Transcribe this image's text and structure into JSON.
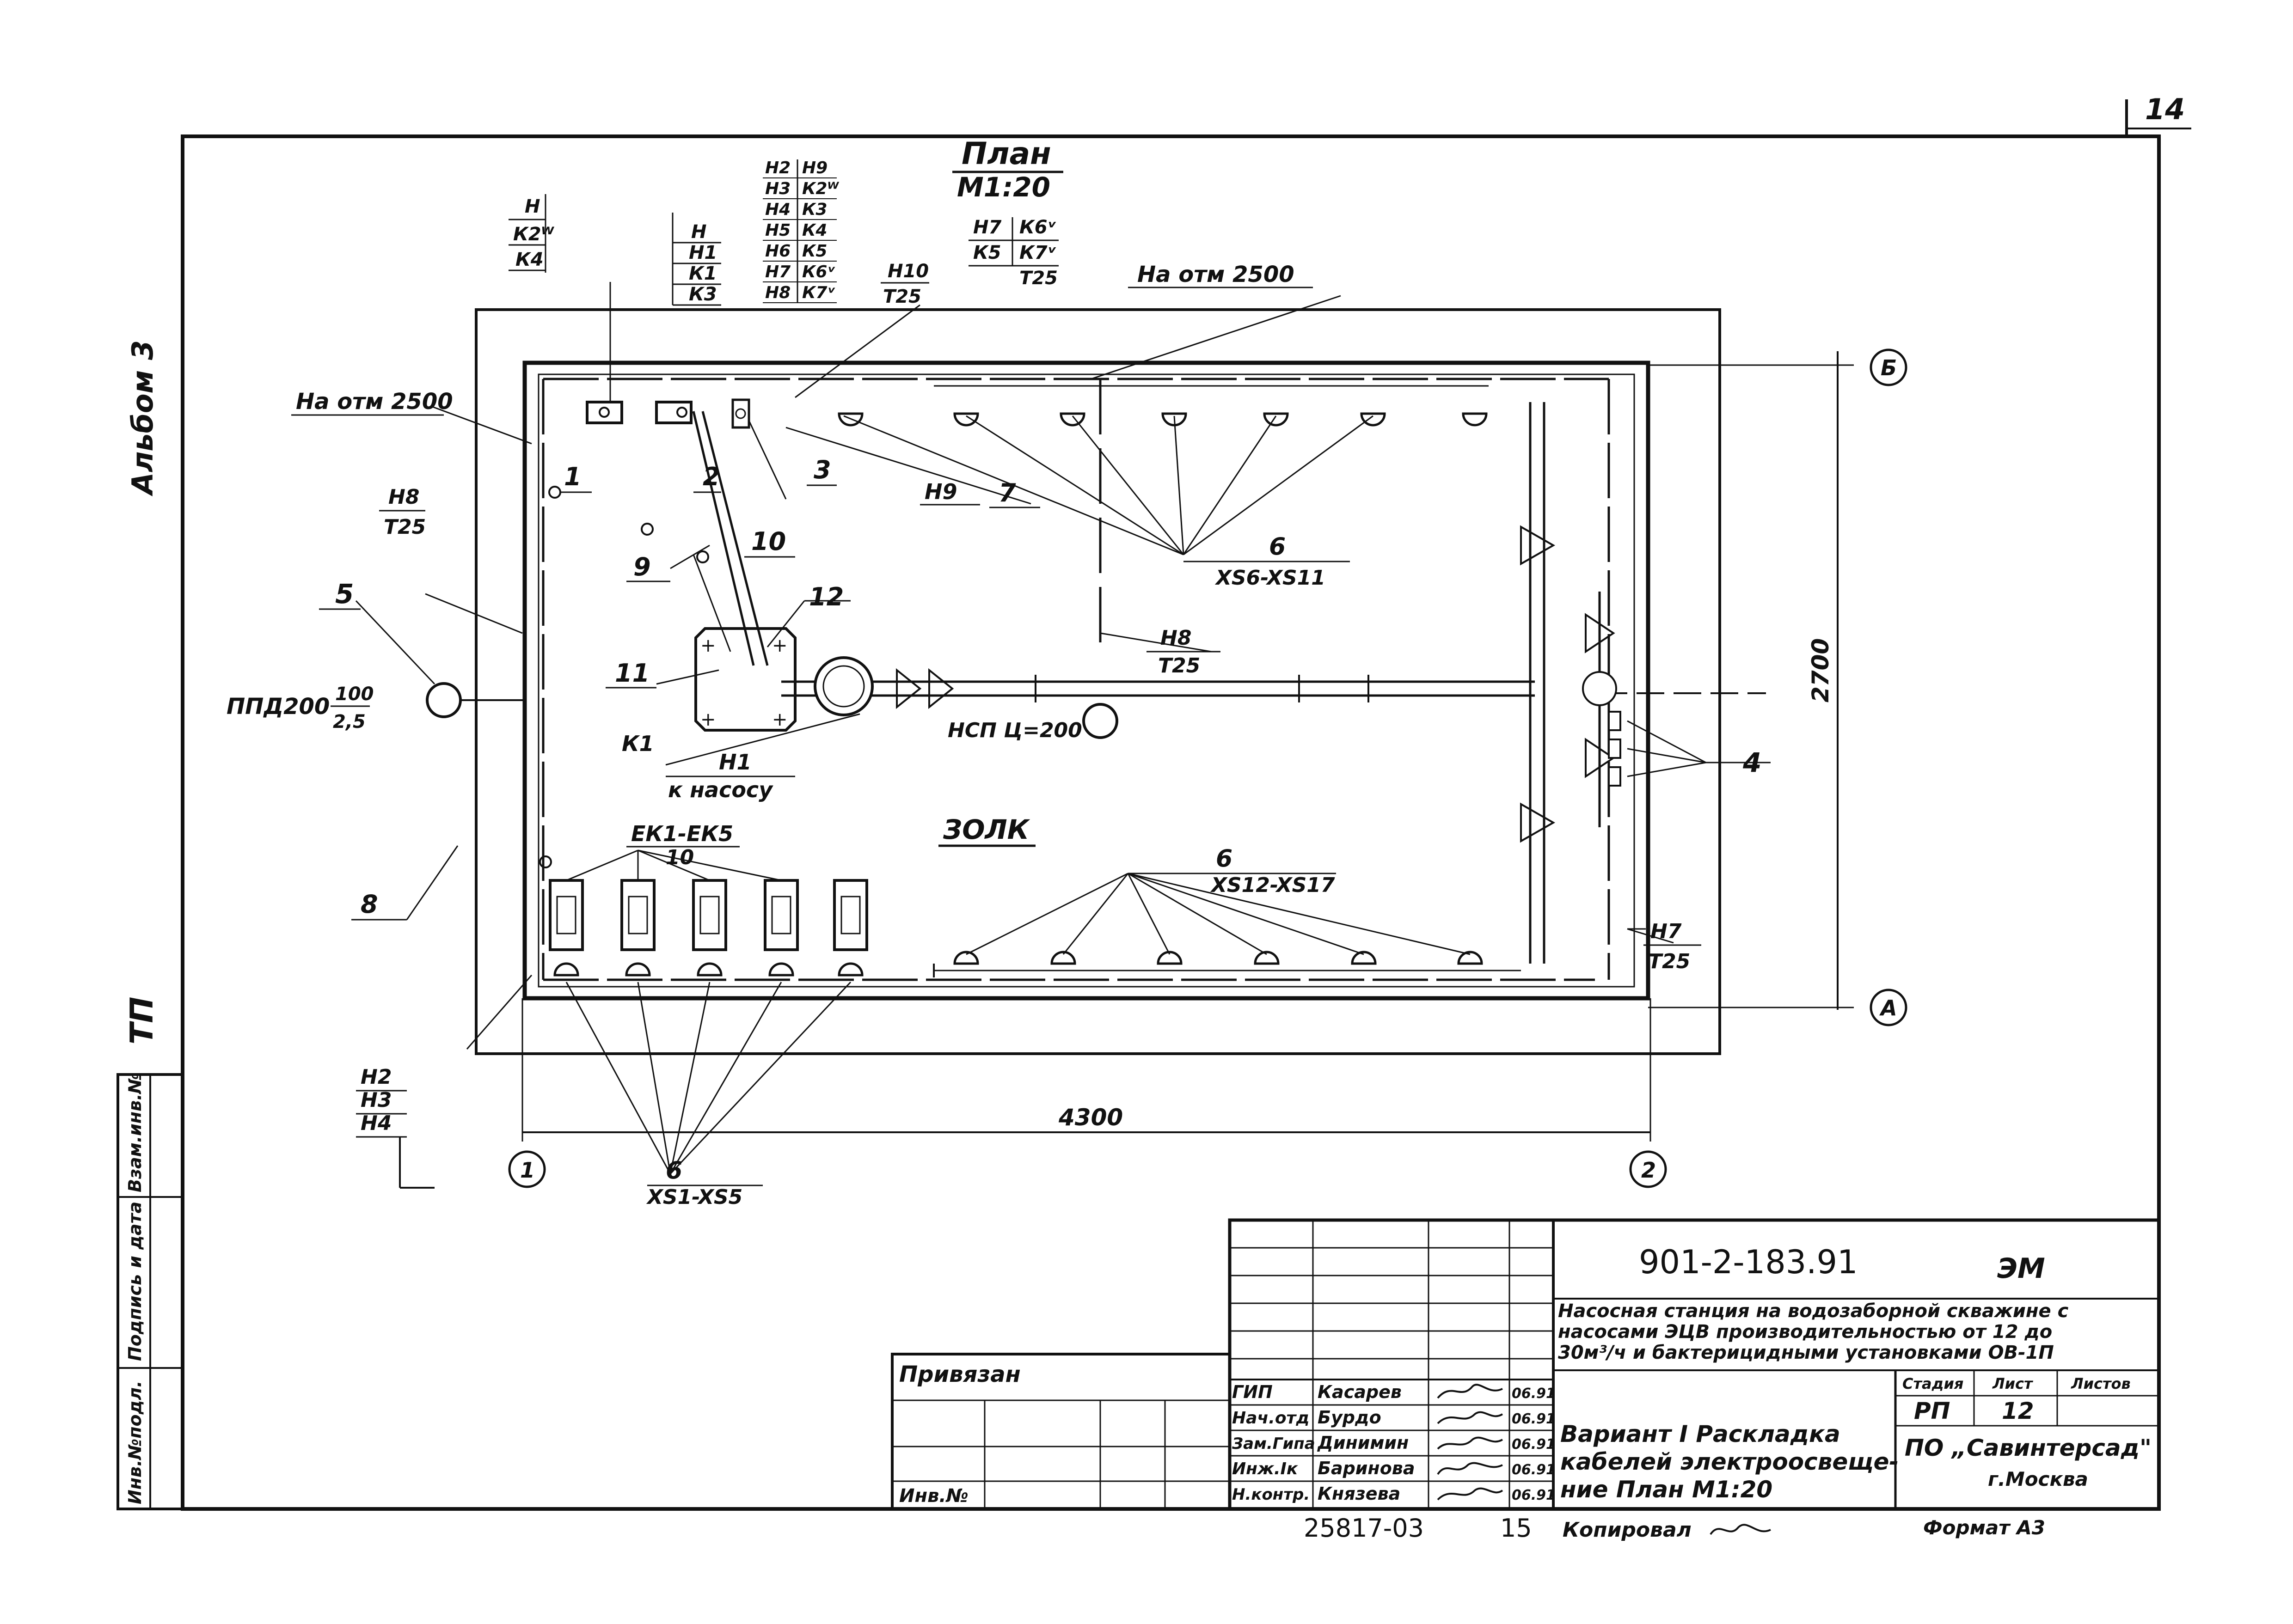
{
  "page_number": "14",
  "plan": {
    "title": "План",
    "scale": "М1:20"
  },
  "side": {
    "album": "Альбом 3",
    "tp": "ТП",
    "b1": "Взам.инв.№",
    "b2": "Подпись и дата",
    "b3": "Инв.№подл."
  },
  "room": {
    "name": "ЗОЛК",
    "width": "4300",
    "depth": "2700"
  },
  "axes": {
    "a1": "1",
    "a2": "2",
    "aA": "А",
    "aB": "Б"
  },
  "notes": {
    "atm_left": "На отм 2500",
    "atm_top": "На отм 2500",
    "ppd": "ППД200",
    "ppd_num": "100",
    "ppd_den": "2,5",
    "pump": "НСП Ц=200",
    "h1": "Н1",
    "to_pump": "к насосу",
    "k1": "К1",
    "h8_left": "Н8",
    "t25_left": "Т25",
    "h8_mid": "Н8",
    "t25_mid": "Т25",
    "h10": "Н10",
    "t25_h10": "Т25",
    "h9": "Н9",
    "h7_right": "Н7",
    "t25_right": "Т25",
    "ek": "ЕК1-ЕК5",
    "ek_num": "10",
    "xs_top": "XS6-XS11",
    "xs_mid": "XS12-XS17",
    "xs_bot": "XS1-XS5",
    "n6a": "6",
    "n6b": "6",
    "n6c": "6",
    "n1": "1",
    "n2": "2",
    "n3": "3",
    "n4": "4",
    "n5": "5",
    "n7": "7",
    "n8": "8",
    "n9": "9",
    "n10": "10",
    "n11": "11",
    "n12": "12"
  },
  "cable_tags": {
    "t1": [
      "Н",
      "К2ᵂ",
      "К4"
    ],
    "t2": [
      "Н",
      "Н1",
      "К1",
      "К3"
    ],
    "t3a": [
      "Н2",
      "Н3",
      "Н4",
      "Н5",
      "Н6",
      "Н7",
      "Н8"
    ],
    "t3b": [
      "Н9",
      "К2ᵂ",
      "К3",
      "К4",
      "К5",
      "К6ᵛ",
      "К7ᵛ"
    ],
    "t4a": [
      "Н7",
      "К5"
    ],
    "t4b": [
      "К6ᵛ",
      "К7ᵛ"
    ],
    "t4c": "Т25",
    "t5": [
      "Н2",
      "Н3",
      "Н4"
    ]
  },
  "title_block": {
    "doc": "901-2-183.91",
    "mark": "ЭМ",
    "desc1": "Насосная станция на водозаборной скважине с",
    "desc2": "насосами ЭЦВ производительностью от 12 до",
    "desc3": "30м³/ч и бактерицидными установками ОВ-1П",
    "stage_h": "Стадия",
    "sheet_h": "Лист",
    "sheets_h": "Листов",
    "stage": "РП",
    "sheet": "12",
    "sheets": "",
    "variant1": "Вариант I  Раскладка",
    "variant2": "кабелей электроосвеще-",
    "variant3": "ние  План М1:20",
    "org1": "ПО „Савинтерсад\"",
    "org2": "г.Москва",
    "privyazan": "Привязан",
    "inv": "Инв.№",
    "roles": [
      "ГИП",
      "Нач.отд",
      "Зам.Гипа",
      "Инж.Iк",
      "Н.контр."
    ],
    "names": [
      "Касарев",
      "Бурдо",
      "Динимин",
      "Баринова",
      "Князева"
    ],
    "dates": [
      "06.91",
      "06.91",
      "06.91",
      "06.91",
      "06.91"
    ],
    "footer_code": "25817-03",
    "footer_num": "15",
    "copied": "Копировал",
    "format": "Формат А3"
  }
}
